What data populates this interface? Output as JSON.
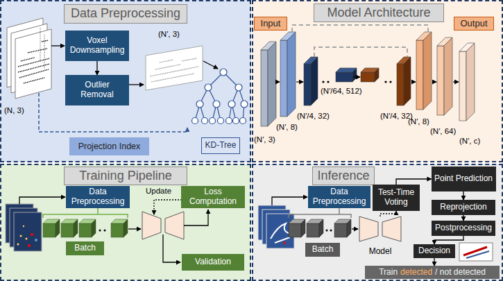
{
  "diagram": {
    "nodes": [
      {
        "text": [
          "Data Preprocessing"
        ]
      },
      {
        "text": [
          "Voxel Downsampling"
        ],
        "in": 0
      },
      {
        "text": [
          "Outlier Removal"
        ],
        "in": 0
      },
      {
        "text": [
          "Projection Index"
        ],
        "in": 0
      },
      {
        "text": [
          "KD-Tree"
        ],
        "in": 0
      },
      {
        "text": [
          "Model Architecture"
        ]
      },
      {
        "text": [
          "Input"
        ],
        "in": 5
      },
      {
        "text": [
          "Output"
        ],
        "in": 5
      },
      {
        "text": [
          "Training Pipeline"
        ]
      },
      {
        "text": [
          "Data Preprocessing"
        ],
        "in": 8
      },
      {
        "text": [
          "Loss Computation"
        ],
        "in": 8
      },
      {
        "text": [
          "Batch"
        ],
        "in": 8
      },
      {
        "text": [
          "Validation"
        ],
        "in": 8
      },
      {
        "text": [
          "Inference"
        ]
      },
      {
        "text": [
          "Data Preprocessing"
        ],
        "in": 13
      },
      {
        "text": [
          "Test-Time Voting"
        ],
        "in": 13
      },
      {
        "text": [
          "Point Prediction"
        ],
        "in": 13
      },
      {
        "text": [
          "Reprojection"
        ],
        "in": 13
      },
      {
        "text": [
          "Postprocessing"
        ],
        "in": 13
      },
      {
        "text": [
          "Model"
        ],
        "in": 13
      },
      {
        "text": [
          "Batch"
        ],
        "in": 13
      },
      {
        "text": [
          "Decision"
        ],
        "in": 13
      },
      {
        "text": [
          "Train",
          "detected",
          "/ not detected"
        ],
        "in": 13
      }
    ],
    "edges": [
      {
        "from": 1,
        "to": 2,
        "arrow": "to"
      },
      {
        "from": 19,
        "to": 15,
        "arrow": "to"
      },
      {
        "from": 15,
        "to": 16,
        "arrow": "to"
      },
      {
        "from": 16,
        "to": 17,
        "arrow": "to"
      },
      {
        "from": 17,
        "to": 18,
        "arrow": "to"
      },
      {
        "from": 18,
        "to": 21,
        "arrow": "to"
      },
      {
        "from": 21,
        "to": 22,
        "arrow": "to"
      }
    ],
    "labels": [
      "(N, 3)",
      "(N′, 3)",
      "(N′, 3)",
      "(N′, 8)",
      "(N′/4, 32)",
      "(N′/64, 512)",
      "(N′/4, 32)",
      "(N′, 8)",
      "(N′, 64)",
      "(N′, c)",
      "Update"
    ]
  }
}
